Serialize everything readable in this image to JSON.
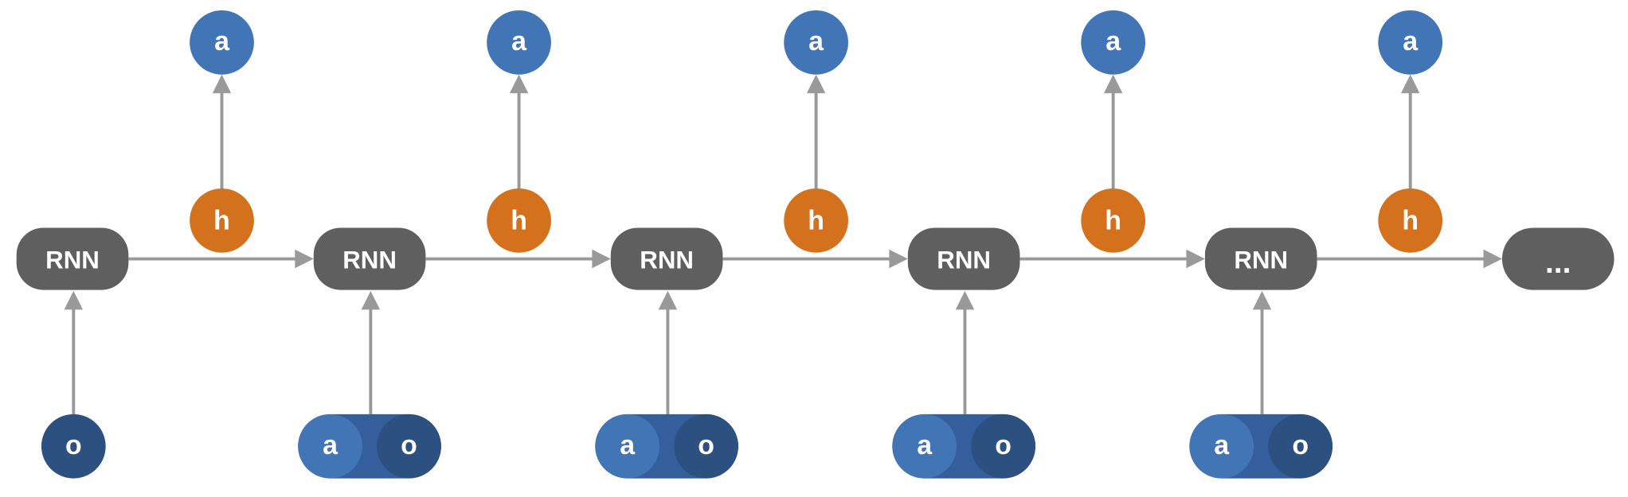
{
  "diagram": {
    "cell_label": "RNN",
    "continuation_label": "...",
    "hidden_label": "h",
    "output_label": "a",
    "steps": [
      {
        "inputs": [
          "o"
        ]
      },
      {
        "inputs": [
          "a",
          "o"
        ]
      },
      {
        "inputs": [
          "a",
          "o"
        ]
      },
      {
        "inputs": [
          "a",
          "o"
        ]
      },
      {
        "inputs": [
          "a",
          "o"
        ]
      }
    ],
    "colors": {
      "cell": "#5f5f5f",
      "hidden": "#d4711c",
      "output": "#4275b5",
      "input_a": "#4275b5",
      "input_o": "#2c5080",
      "input_pill": "#345f9c",
      "arrow": "#999999"
    }
  }
}
